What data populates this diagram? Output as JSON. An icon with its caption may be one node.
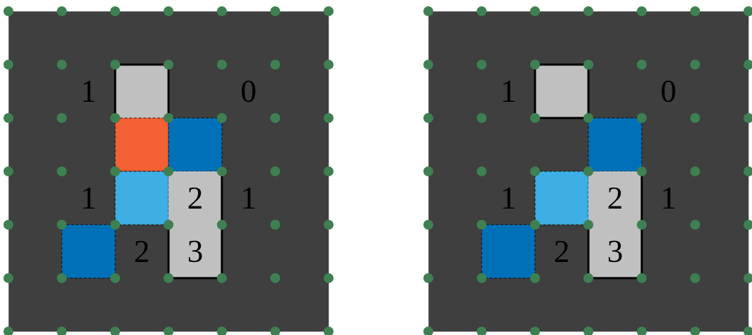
{
  "diagram": {
    "nodes": [
      {
        "text": [],
        "shape": "box"
      },
      {
        "text": [],
        "shape": "box",
        "in": 0
      },
      {
        "text": [],
        "shape": "box",
        "in": 0
      },
      {
        "text": [],
        "shape": "box",
        "in": 0
      },
      {
        "text": [],
        "shape": "box",
        "in": 0
      },
      {
        "text": [
          "2"
        ],
        "in": 0
      },
      {
        "text": [],
        "shape": "box",
        "in": 0
      },
      {
        "text": [
          "3"
        ],
        "in": 0
      },
      {
        "text": [],
        "shape": "box"
      },
      {
        "text": [],
        "shape": "box",
        "in": 8
      },
      {
        "text": [],
        "shape": "box",
        "in": 8
      },
      {
        "text": [],
        "shape": "box",
        "in": 8
      },
      {
        "text": [
          "2"
        ],
        "in": 8
      },
      {
        "text": [],
        "shape": "box",
        "in": 8
      },
      {
        "text": [
          "3"
        ],
        "in": 8
      }
    ],
    "labels": [
      "1",
      "0",
      "1",
      "1",
      "2",
      "1",
      "0",
      "1",
      "1",
      "2"
    ]
  }
}
